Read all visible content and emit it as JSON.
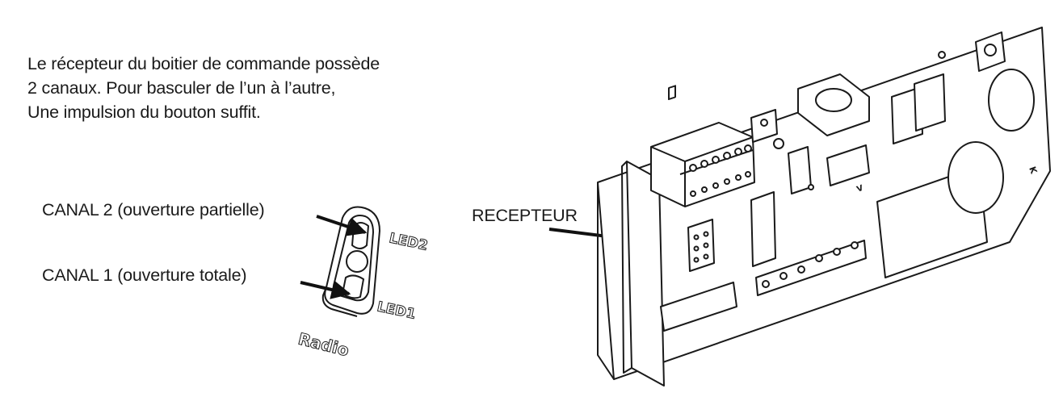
{
  "intro": {
    "line1": "Le récepteur du boitier de commande possède",
    "line2": "2 canaux. Pour basculer de l’un à l’autre,",
    "line3": "Une impulsion du bouton suffit."
  },
  "labels": {
    "canal2": "CANAL 2 (ouverture partielle)",
    "canal1": "CANAL 1 (ouverture totale)",
    "recepteur": "RECEPTEUR"
  },
  "button_module": {
    "led2": "LED2",
    "led1": "LED1",
    "radio": "Radio"
  },
  "board": {
    "connector_mark_1": "K",
    "connector_mark_2": "V"
  }
}
